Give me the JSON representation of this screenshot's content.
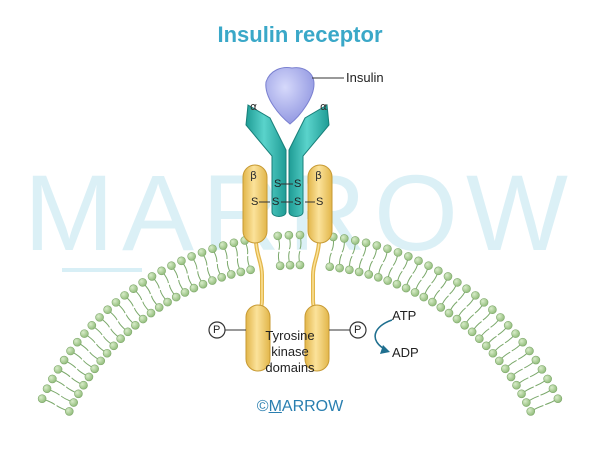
{
  "title": "Insulin receptor",
  "watermark": "MARROW",
  "labels": {
    "insulin": "Insulin",
    "alpha": "α",
    "beta": "β",
    "disulfide_s": "S",
    "phospho": "P",
    "tyrosine_kinase": [
      "Tyrosine",
      "kinase",
      "domains"
    ],
    "atp": "ATP",
    "adp": "ADP"
  },
  "copyright": {
    "symbol": "©",
    "first_letter": "M",
    "rest": "ARROW"
  },
  "colors": {
    "title": "#3aa8c8",
    "alpha_subunit": "#2fb5ad",
    "beta_subunit": "#f4cf72",
    "insulin": "#aeb3ef",
    "membrane_head": "#a9cf95",
    "membrane_tail": "#7aa86a",
    "watermark": "#d8eff6",
    "copyright": "#2a7fb0"
  }
}
